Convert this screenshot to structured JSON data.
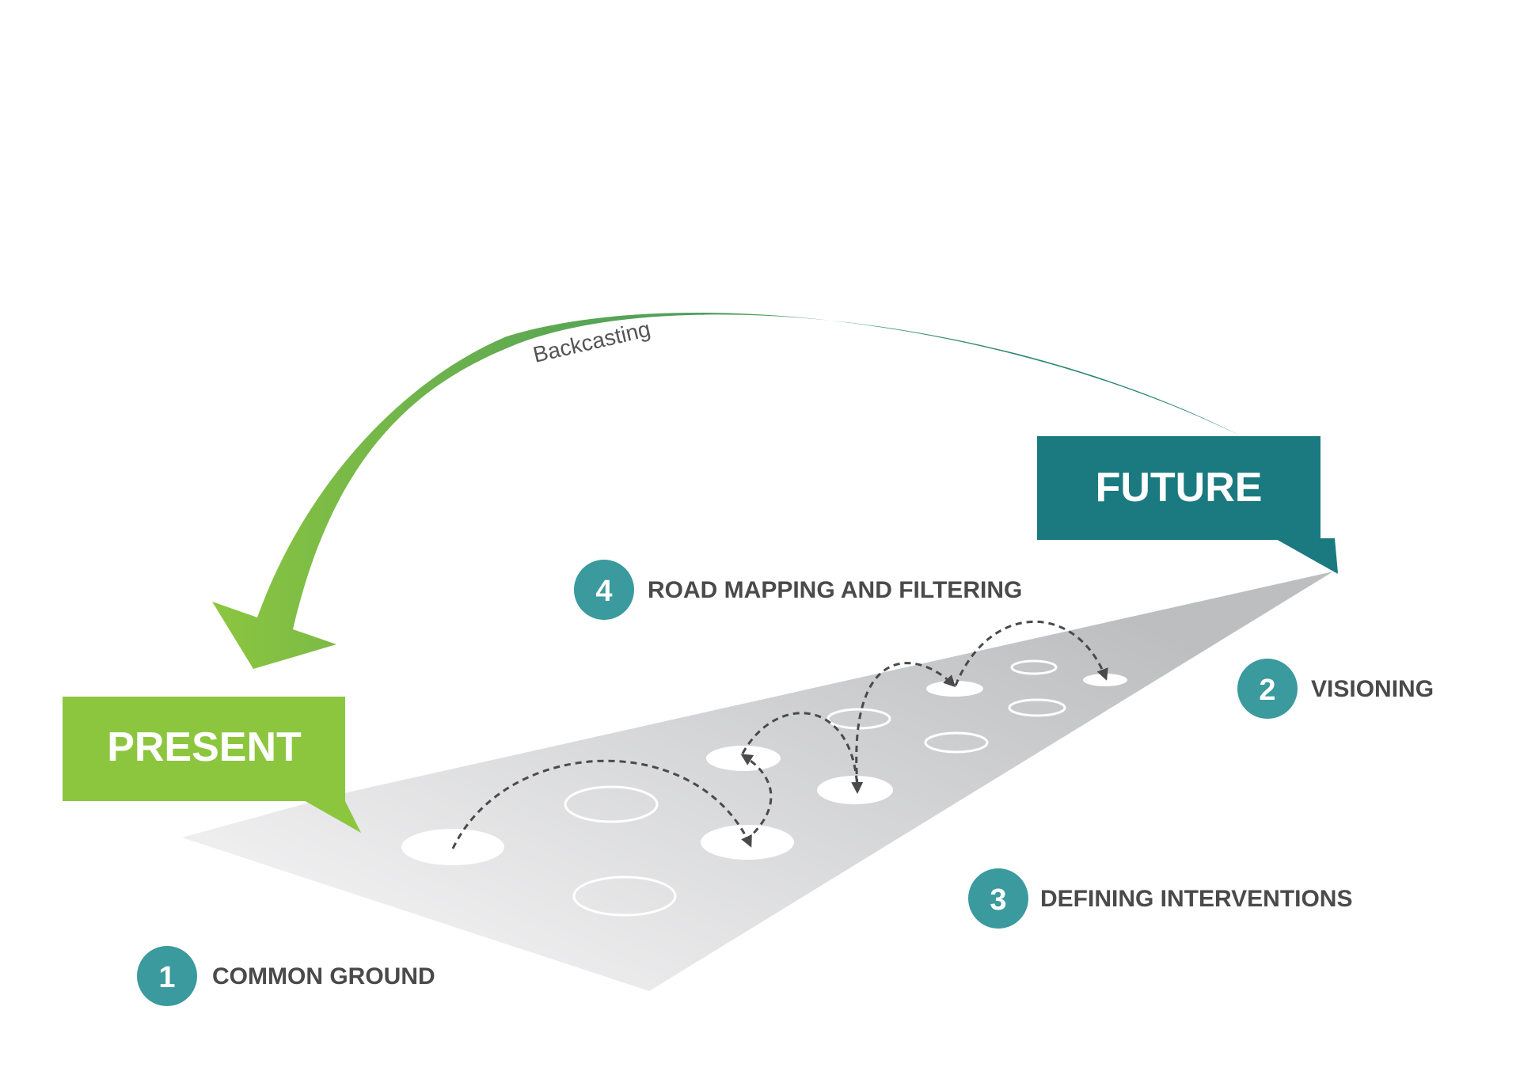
{
  "backcasting_label": "Backcasting",
  "present_label": "PRESENT",
  "future_label": "FUTURE",
  "colors": {
    "present_green": "#8cc63f",
    "future_teal": "#1a7a80",
    "step_circle": "#3a9a9d",
    "step_text": "#4a4a4a",
    "plane_light": "#eeeeef",
    "plane_dark": "#bdbec0"
  },
  "steps": [
    {
      "number": "1",
      "label": "COMMON GROUND"
    },
    {
      "number": "2",
      "label": "VISIONING"
    },
    {
      "number": "3",
      "label": "DEFINING INTERVENTIONS"
    },
    {
      "number": "4",
      "label": "ROAD MAPPING AND FILTERING"
    }
  ]
}
